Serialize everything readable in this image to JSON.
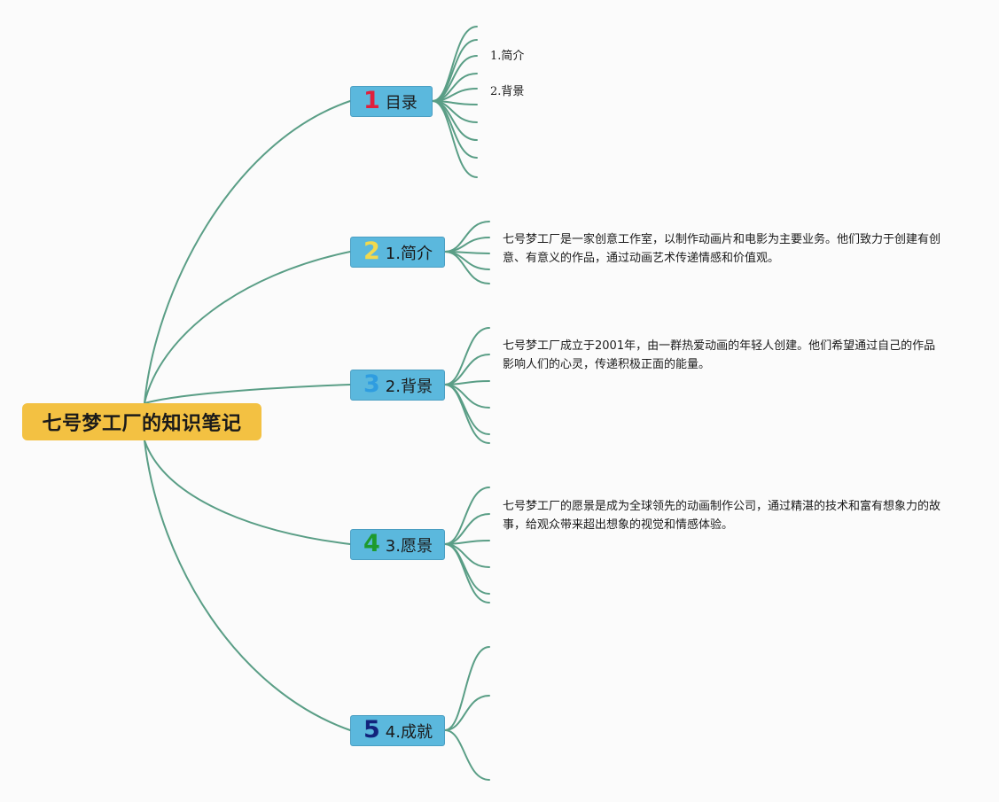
{
  "root": {
    "label": "七号梦工厂的知识笔记",
    "color": "#f3c142"
  },
  "colors": {
    "link": "#5a9e86",
    "branch_fill": "#5bb8dd"
  },
  "branches": [
    {
      "number": "1",
      "number_color": "#e0203c",
      "label": "目录",
      "children": [
        "1.简介",
        "2.背景"
      ]
    },
    {
      "number": "2",
      "number_color": "#f2d94e",
      "label": "1.简介",
      "description": "七号梦工厂是一家创意工作室，以制作动画片和电影为主要业务。他们致力于创建有创意、有意义的作品，通过动画艺术传递情感和价值观。"
    },
    {
      "number": "3",
      "number_color": "#2f9de0",
      "label": "2.背景",
      "description": "七号梦工厂成立于2001年，由一群热爱动画的年轻人创建。他们希望通过自己的作品影响人们的心灵，传递积极正面的能量。"
    },
    {
      "number": "4",
      "number_color": "#1e9a2e",
      "label": "3.愿景",
      "description": "七号梦工厂的愿景是成为全球领先的动画制作公司，通过精湛的技术和富有想象力的故事，给观众带来超出想象的视觉和情感体验。"
    },
    {
      "number": "5",
      "number_color": "#12237c",
      "label": "4.成就"
    }
  ]
}
